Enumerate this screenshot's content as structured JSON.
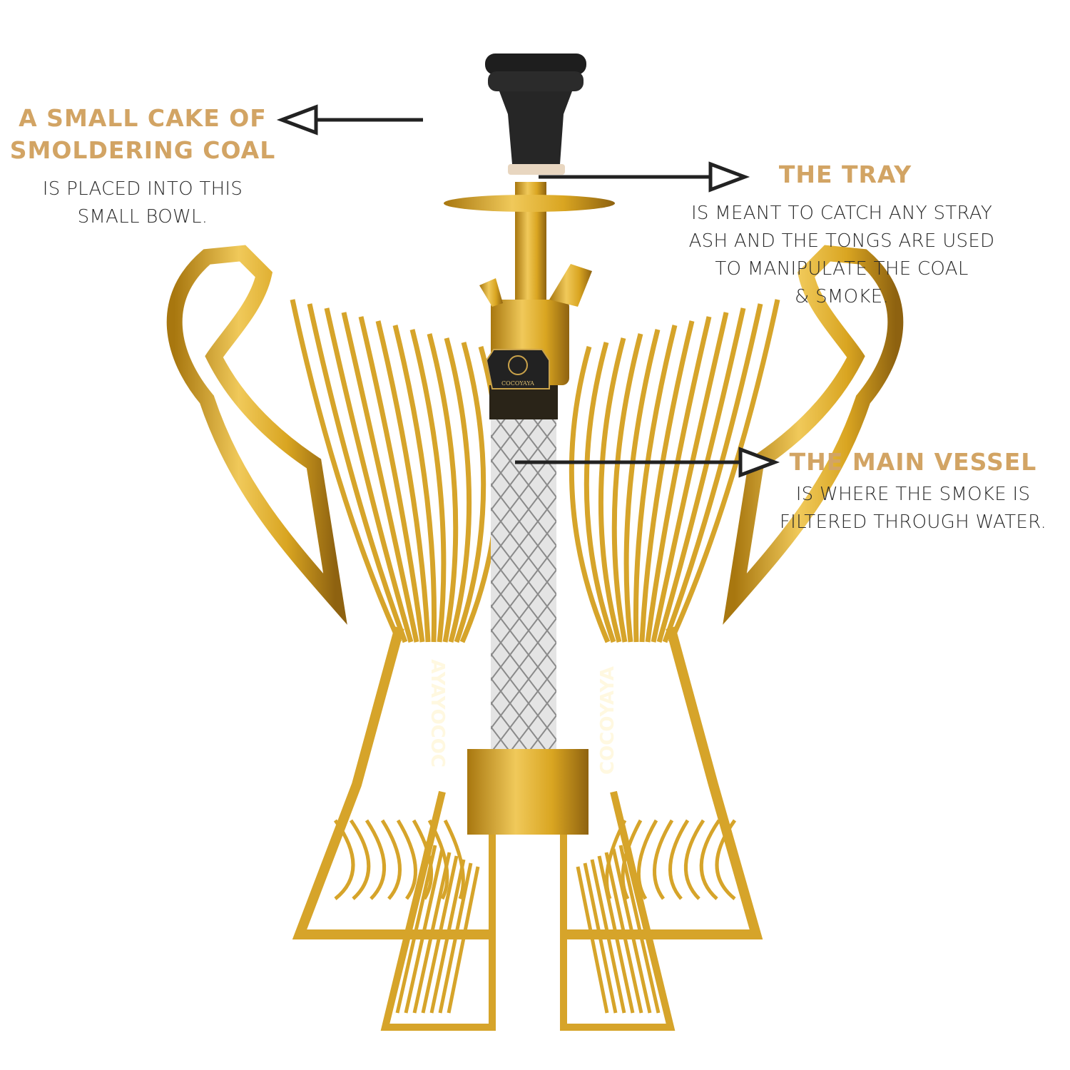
{
  "colors": {
    "heading": "#d2a464",
    "text": "#2a2a2a",
    "gold": "#d9a521",
    "arrow": "#222222"
  },
  "product": {
    "brand": "COCOYAYA",
    "tag_text": "COCOYAYA"
  },
  "callouts": [
    {
      "id": "coal",
      "title_lines": [
        "A SMALL CAKE OF",
        "SMOLDERING COAL"
      ],
      "body_lines": [
        "IS PLACED INTO THIS",
        "SMALL BOWL."
      ]
    },
    {
      "id": "tray",
      "title_lines": [
        "THE TRAY"
      ],
      "body_lines": [
        "IS MEANT TO CATCH ANY STRAY",
        "ASH AND THE TONGS ARE USED",
        "TO MANIPULATE THE COAL",
        "& SMOKE."
      ]
    },
    {
      "id": "vessel",
      "title_lines": [
        "THE MAIN VESSEL"
      ],
      "body_lines": [
        "IS WHERE THE SMOKE IS",
        "FILTERED THROUGH WATER."
      ]
    }
  ]
}
